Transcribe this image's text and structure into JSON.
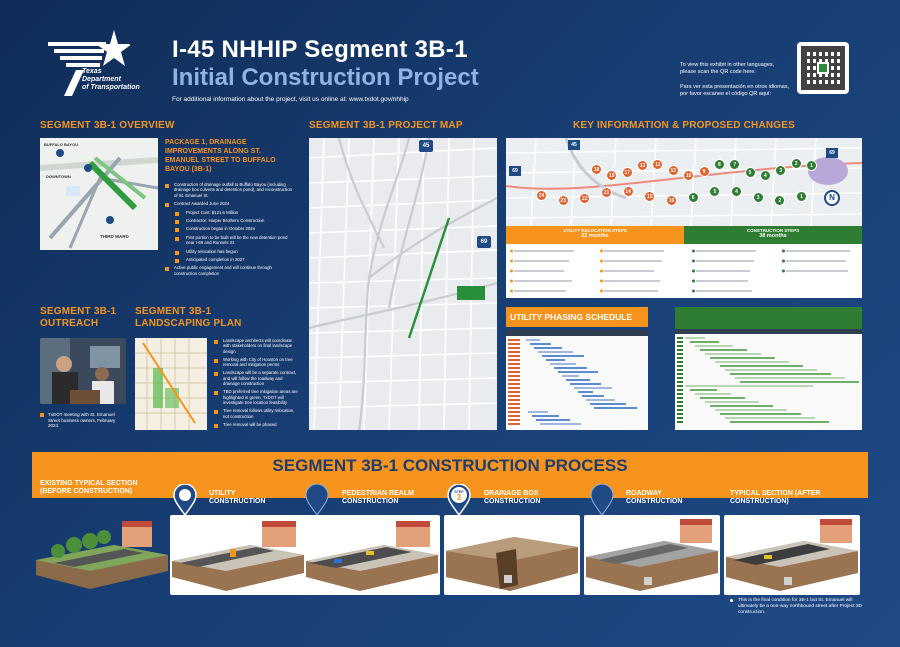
{
  "header": {
    "logo_lines": [
      "Texas",
      "Department",
      "of Transportation"
    ],
    "title_line1": "I-45 NHHIP Segment 3B-1",
    "title_line2": "Initial Construction Project",
    "subline": "For additional information about the project, visit us online at: www.txdot.gov/nhhip",
    "lang_en": "To view this exhibit in other languages, please scan the QR code here:",
    "lang_es": "Para ver esta presentación en otros idiomas, por favor escanee el código QR aquí:"
  },
  "overview": {
    "heading": "SEGMENT 3B-1 OVERVIEW",
    "package_title": "PACKAGE 1, DRAINAGE IMPROVEMENTS ALONG ST. EMANUEL STREET TO BUFFALO BAYOU (3B-1)",
    "bullet1": "Construction of drainage outfall to Buffalo Bayou (including drainage box culverts and detention pond), and reconstruction of St. Emanuel St.",
    "bullet2": "Contract Awarded June 2024",
    "sub_items": [
      "Project Cost: $121.6 Million",
      "Contractor: Harper Brothers Construction",
      "Construction began in October 2024",
      "First portion to be built will be the new detention pond near I-69 and Runnels St.",
      "Utility relocation has begun",
      "Anticipated completion in 2027"
    ],
    "bullet3": "Active public engagement and will continue through construction completion",
    "map_labels": [
      "BUFFALO BAYOU",
      "DOWNTOWN",
      "THIRD WARD"
    ]
  },
  "outreach": {
    "heading_line1": "SEGMENT 3B-1",
    "heading_line2": "OUTREACH",
    "caption": "TxDOT meeting with St. Emanuel Street business owners, February 2024."
  },
  "landscaping": {
    "heading_line1": "SEGMENT 3B-1",
    "heading_line2": "LANDSCAPING PLAN",
    "bullets": [
      "Landscape architects will coordinate with stakeholders on final landscape design",
      "Working with City of Houston on tree removal and mitigation permit",
      "Landscape will be a separate contract, and will follow the roadway and drainage construction",
      "TBD preferred tree mitigation areas are highlighted in green, TxDOT will investigate tree location feasibility",
      "Tree removal follows utility relocation, not construction",
      "Tree removal will be phased"
    ]
  },
  "project_map": {
    "heading": "SEGMENT 3B-1 PROJECT MAP",
    "shields": [
      "45",
      "69"
    ]
  },
  "key_info": {
    "heading": "KEY INFORMATION & PROPOSED CHANGES",
    "utility_title": "UTILITY RELOCATION STEPS",
    "utility_duration": "22 months",
    "construction_title": "CONSTRUCTION STEPS",
    "construction_duration": "38 months",
    "north": "N",
    "shields": [
      "45",
      "69",
      "69"
    ],
    "markers_top": [
      "18",
      "19",
      "17",
      "13",
      "11",
      "12",
      "10",
      "9",
      "8",
      "7",
      "5",
      "4",
      "3",
      "2",
      "1"
    ],
    "markers_bottom": [
      "24",
      "23",
      "22",
      "21",
      "14",
      "15",
      "16",
      "6",
      "5",
      "4",
      "3",
      "2",
      "1"
    ]
  },
  "utility_schedule": {
    "heading": "UTILITY PHASING SCHEDULE"
  },
  "process": {
    "banner": "SEGMENT 3B-1 CONSTRUCTION PROCESS",
    "steps": [
      {
        "label": "EXISTING TYPICAL SECTION (BEFORE CONSTRUCTION)"
      },
      {
        "label": "UTILITY CONSTRUCTION"
      },
      {
        "label": "PEDESTRIAN REALM CONSTRUCTION"
      },
      {
        "label": "DRAINAGE BOX CONSTRUCTION",
        "badge_top": "STEP",
        "badge_num": "3"
      },
      {
        "label": "ROADWAY CONSTRUCTION"
      },
      {
        "label": "TYPICAL SECTION (AFTER CONSTRUCTION)"
      }
    ],
    "final_note": "This is the final condition for 3B-1 but St. Emanuel will ultimately be a one-way northbound street after Project 3D construction."
  },
  "colors": {
    "accent": "#f7941d",
    "navy": "#0f2c57",
    "green": "#2e7d32",
    "red": "#d9432f"
  }
}
